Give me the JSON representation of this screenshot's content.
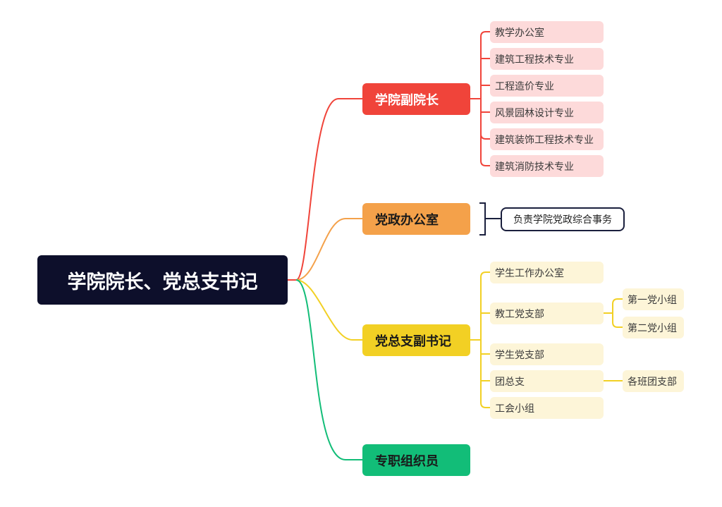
{
  "root": {
    "label": "学院院长、党总支书记"
  },
  "branches": [
    {
      "label": "学院副院长",
      "color": "#f0443a",
      "children": [
        "教学办公室",
        "建筑工程技术专业",
        "工程造价专业",
        "风景园林设计专业",
        "建筑装饰工程技术专业",
        "建筑消防技术专业"
      ]
    },
    {
      "label": "党政办公室",
      "color": "#f4a14a",
      "note": "负责学院党政综合事务"
    },
    {
      "label": "党总支副书记",
      "color": "#f2d024",
      "children": [
        "学生工作办公室",
        "教工党支部",
        "学生党支部",
        "团总支",
        "工会小组"
      ],
      "grandchildren": {
        "teacher_branch": [
          "第一党小组",
          "第二党小组"
        ],
        "youth_league": [
          "各班团支部"
        ]
      }
    },
    {
      "label": "专职组织员",
      "color": "#12bd78"
    }
  ]
}
